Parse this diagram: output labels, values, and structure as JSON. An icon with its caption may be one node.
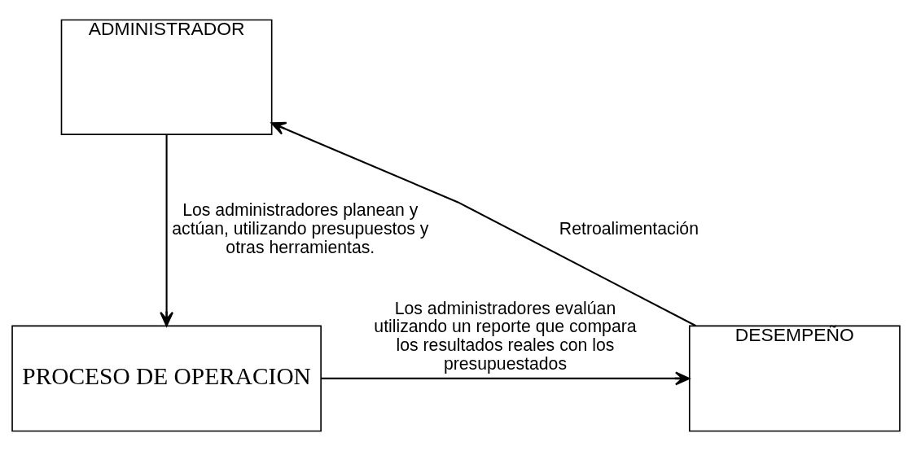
{
  "diagram": {
    "nodes": [
      {
        "text": [
          "ADMINISTRADOR"
        ]
      },
      {
        "text": [
          "PROCESO DE OPERACION"
        ]
      },
      {
        "text": [
          "DESEMPEÑO"
        ]
      }
    ],
    "edges": [
      {
        "from": 0,
        "to": 1,
        "arrow": "to",
        "label": "Los administradores planean y actúan, utilizando presupuestos y otras herramientas."
      },
      {
        "from": 1,
        "to": 2,
        "arrow": "to",
        "label": "Los administradores evalúan utilizando un reporte que compara los resultados reales con los presupuestados"
      },
      {
        "from": 2,
        "to": 0,
        "arrow": "to",
        "label": "Retroalimentación"
      }
    ]
  }
}
